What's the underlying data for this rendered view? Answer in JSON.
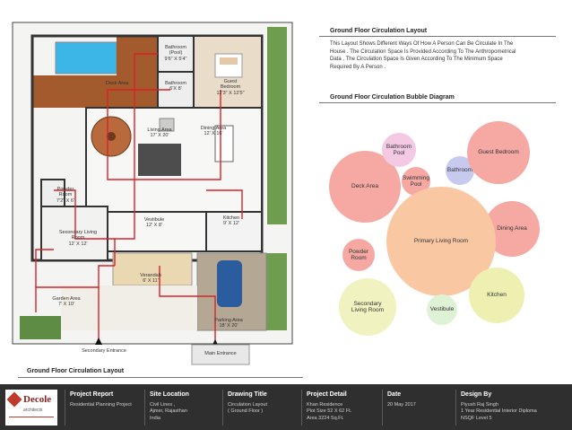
{
  "plan": {
    "rooms": {
      "deck": "Deck Area",
      "bathroom_pool": [
        "Bathroom",
        "(Pool)",
        "9'6\" X 5'4\""
      ],
      "bathroom": [
        "Bathroom",
        "6'X 8'"
      ],
      "guest_bedroom": [
        "Guest",
        "Bedroom",
        "12'3\" X 12'5\""
      ],
      "living": [
        "Living Area",
        "17' X 20'"
      ],
      "dining": [
        "Dining Area",
        "12' X 16'"
      ],
      "powder": [
        "Powder",
        "Room",
        "7'2\" X 6'"
      ],
      "secondary_living": [
        "Secondary Living",
        "Room",
        "12' X 12'"
      ],
      "vestibule": [
        "Vestibule",
        "12' X 8'"
      ],
      "kitchen": [
        "Kitchen",
        "9' X 12'"
      ],
      "verandah": [
        "Verandah",
        "6' X 11'"
      ],
      "garden": [
        "Garden Area",
        "7' X 10'"
      ],
      "parking": [
        "Parking Area",
        "18' X 20'"
      ]
    },
    "secondary_entrance": "Secondary Entrance",
    "main_entrance": "Main Entrance",
    "caption": "Ground Floor Circulation Layout"
  },
  "circulation": {
    "title": "Ground Floor Circulation Layout",
    "description": [
      "This Layout Shows Different Ways Of  How A Person Can Be Circulate In The",
      "House . The Circulation Space Is Provided According To The Anthropometrical",
      "Data ,  The Circulation  Space  Is  Given  According  To  The  Minimum  Space",
      "Required By A Person ."
    ]
  },
  "bubble_diagram": {
    "title": "Ground Floor Circulation Bubble Diagram",
    "bubbles": {
      "deck": "Deck Area",
      "bathroom_pool": [
        "Bathroom",
        "Pool"
      ],
      "swimming_pool": [
        "Swimming",
        "Pool"
      ],
      "bathroom": "Bathroom",
      "guest_bedroom": "Guest Bedroom",
      "dining": "Dining Area",
      "primary_living": "Primary Living Room",
      "powder": [
        "Powder",
        "Room"
      ],
      "secondary_living": [
        "Secondary",
        "Living Room"
      ],
      "vestibule": "Vestibule",
      "kitchen": "Kitchen"
    },
    "colors": {
      "deck": "#f6a8a3",
      "guest_bedroom": "#f6a8a3",
      "dining": "#f6a8a3",
      "primary_living": "#f9c7a2",
      "kitchen": "#edf0b0",
      "secondary_living": "#f0f3bf",
      "vestibule": "#dff2d6",
      "bathroom": "#c7c9ef",
      "bathroom_pool": "#f3c9e3",
      "swimming_pool": "#f6a8a3",
      "powder": "#f6a8a3"
    }
  },
  "footer": {
    "logo": [
      "Decole",
      "architects"
    ],
    "project_report": {
      "head": "Project Report",
      "body": [
        "Residential Planning Project"
      ]
    },
    "site_location": {
      "head": "Site Location",
      "body": [
        "Civil Lines ,",
        "Ajmer, Rajasthan",
        "India"
      ]
    },
    "drawing_title": {
      "head": "Drawing Title",
      "body": [
        "Circulation Layout",
        "( Ground Floor )"
      ]
    },
    "project_detail": {
      "head": "Project Detail",
      "body": [
        "Khan Residence",
        "Plot Size 52 X 62 Ft.",
        "Area 3224 Sq.Ft."
      ]
    },
    "date": {
      "head": "Date",
      "body": [
        "20 May 2017"
      ]
    },
    "design_by": {
      "head": "Design By",
      "body": [
        "Piyush Raj Singh",
        "1 Year Residential Interior Diploma",
        "NSQF Level  5"
      ]
    }
  }
}
